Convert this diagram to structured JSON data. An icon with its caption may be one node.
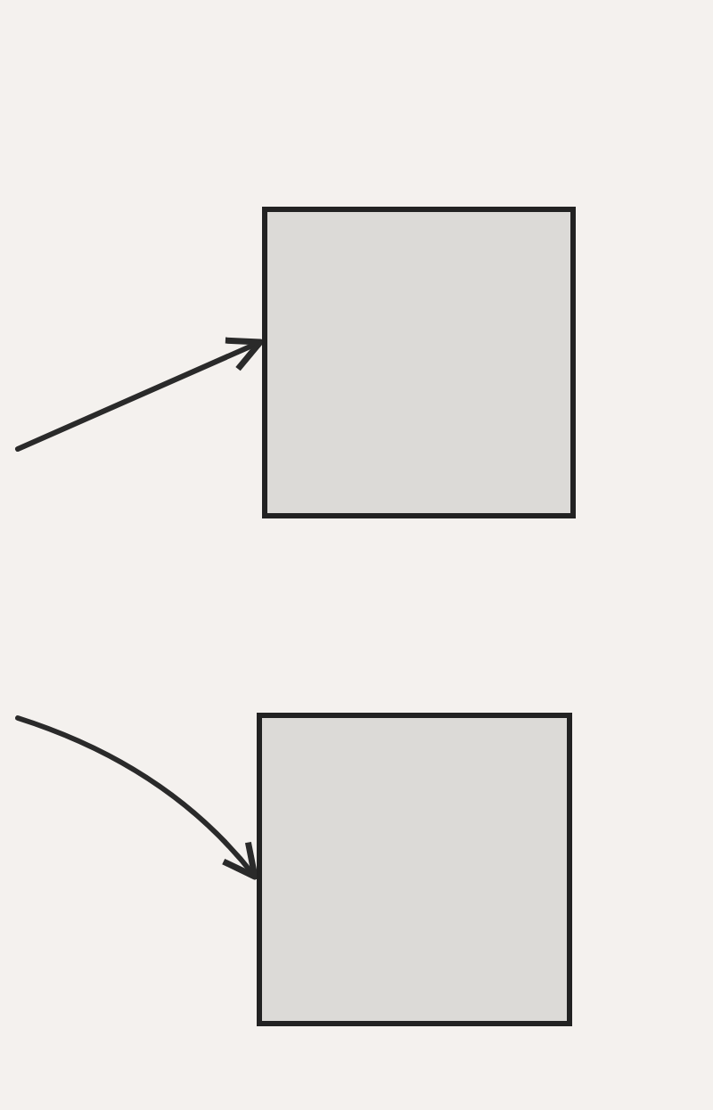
{
  "diagram": {
    "nodes": [
      {
        "text": [],
        "shape": "box"
      },
      {
        "text": [],
        "shape": "box"
      }
    ],
    "edges": [
      {
        "from": null,
        "to": 0,
        "arrow": "to"
      },
      {
        "from": null,
        "to": 1,
        "arrow": "to"
      }
    ]
  }
}
